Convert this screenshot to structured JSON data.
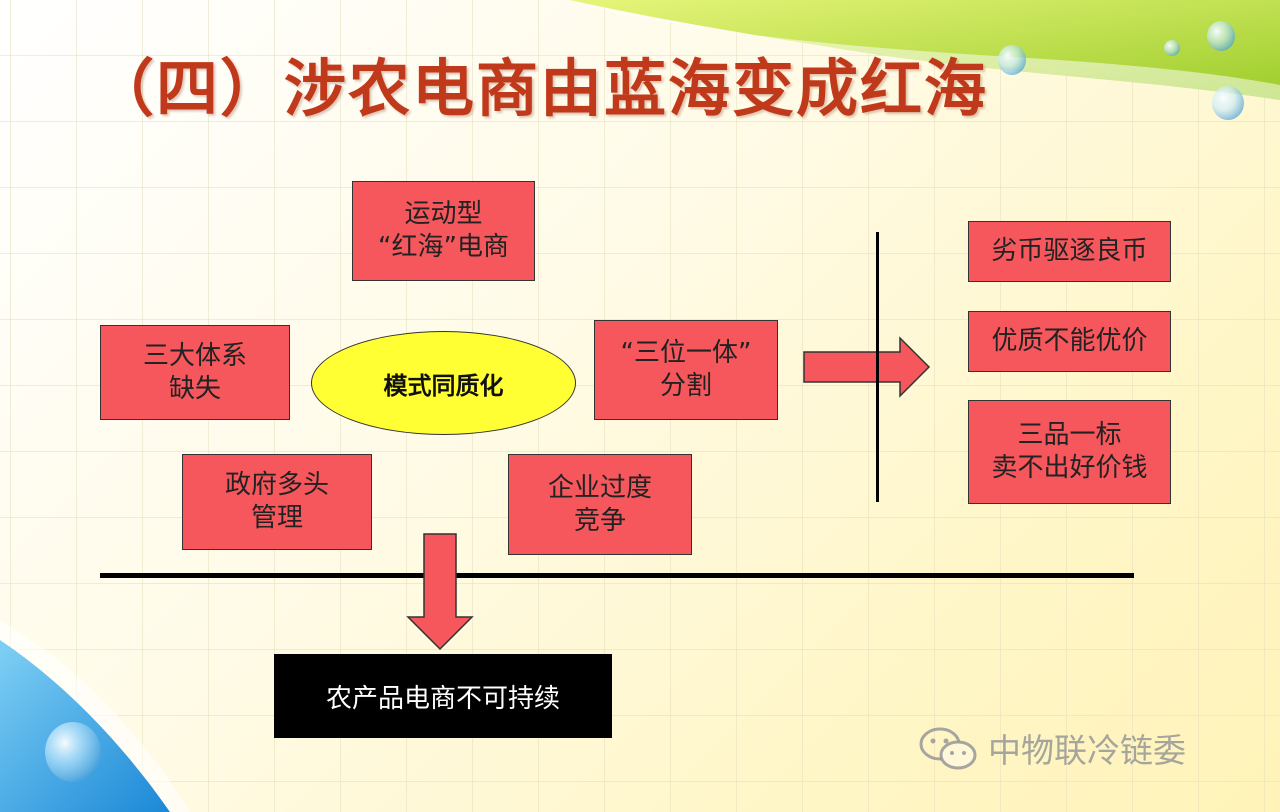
{
  "title": "（四）涉农电商由蓝海变成红海",
  "center": "模式同质化",
  "causes": {
    "yundong": [
      "运动型",
      "“红海”电商"
    ],
    "santixi": [
      "三大体系",
      "缺失"
    ],
    "sanwei": [
      "“三位一体”",
      "分割"
    ],
    "zhengfu": [
      "政府多头",
      "管理"
    ],
    "qiye": [
      "企业过度",
      "竞争"
    ]
  },
  "effects": {
    "e1": [
      "劣币驱逐良币"
    ],
    "e2": [
      "优质不能优价"
    ],
    "e3": [
      "三品一标",
      "卖不出好价钱"
    ]
  },
  "conclusion": "农产品电商不可持续",
  "watermark": "中物联冷链委",
  "colors": {
    "box": "#f5575c",
    "ellipse": "#ffff33",
    "title": "#c0391b"
  }
}
